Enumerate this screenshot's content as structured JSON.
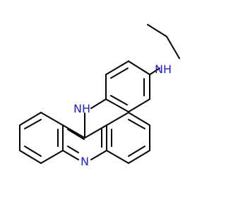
{
  "molecule": {
    "atoms": {
      "top_nh": "NH",
      "left_nh": "NH",
      "acridine_n": "N"
    },
    "colors": {
      "bond": "#000000",
      "nitrogen": "#1f1fd1",
      "background": "#ffffff"
    }
  }
}
